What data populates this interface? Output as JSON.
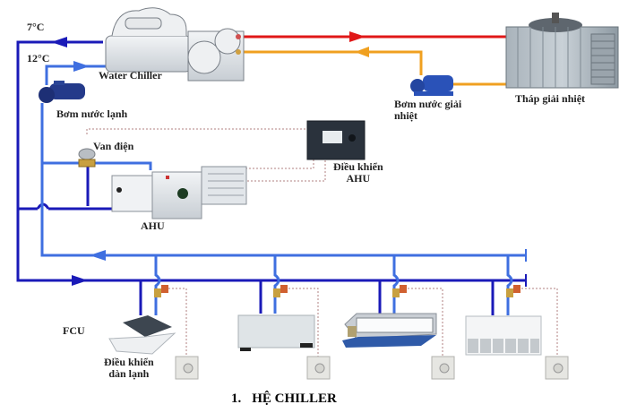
{
  "title": {
    "number": "1.",
    "text": "HỆ CHILLER"
  },
  "labels": {
    "supply_temp": "7°C",
    "return_temp": "12°C",
    "water_chiller": "Water Chiller",
    "chilled_water_pump": "Bơm nước lạnh",
    "cooling_water_pump_line1": "Bơm nước giải",
    "cooling_water_pump_line2": "nhiệt",
    "cooling_tower": "Tháp giải nhiệt",
    "motorized_valve": "Van điện",
    "ahu_controller_line1": "Điều khiển",
    "ahu_controller_line2": "AHU",
    "ahu": "AHU",
    "fcu": "FCU",
    "fcu_controller_line1": "Điều khiển",
    "fcu_controller_line2": "dàn lạnh"
  },
  "colors": {
    "supply_pipe": "#1a1ab8",
    "return_pipe": "#3f6fe0",
    "condenser_hot": "#e01818",
    "condenser_cold": "#f0a020",
    "control_wire": "#b08080"
  },
  "fcu_units": [
    {
      "type": "cassette"
    },
    {
      "type": "floor-standing"
    },
    {
      "type": "ducted"
    },
    {
      "type": "ceiling-suspended"
    }
  ]
}
